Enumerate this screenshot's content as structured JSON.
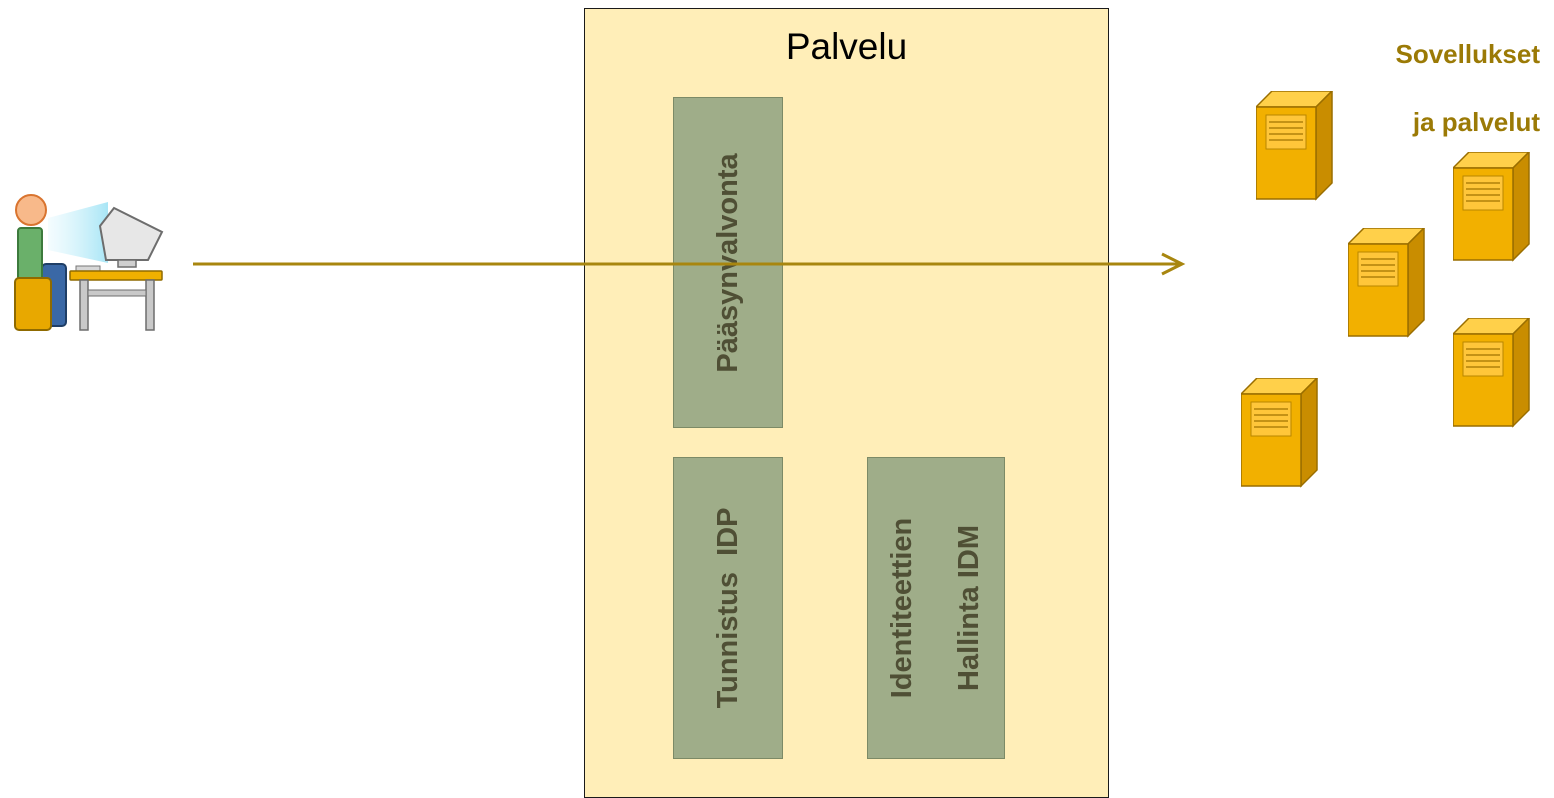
{
  "service": {
    "title": "Palvelu"
  },
  "components": {
    "access_control": "Pääsynvalvonta",
    "identification": "Tunnistus  IDP",
    "identity_management_line1": "Identiteettien",
    "identity_management_line2": "Hallinta IDM"
  },
  "applications": {
    "label_line1": "Sovellukset",
    "label_line2": "ja palvelut"
  },
  "colors": {
    "service_fill": "#ffeeb8",
    "component_fill": "#9fad89",
    "arrow": "#a8860f",
    "label_gold": "#9b7a06",
    "server": "#f2b000"
  },
  "icons": {
    "user": "user-at-computer-icon",
    "server": "server-icon"
  }
}
